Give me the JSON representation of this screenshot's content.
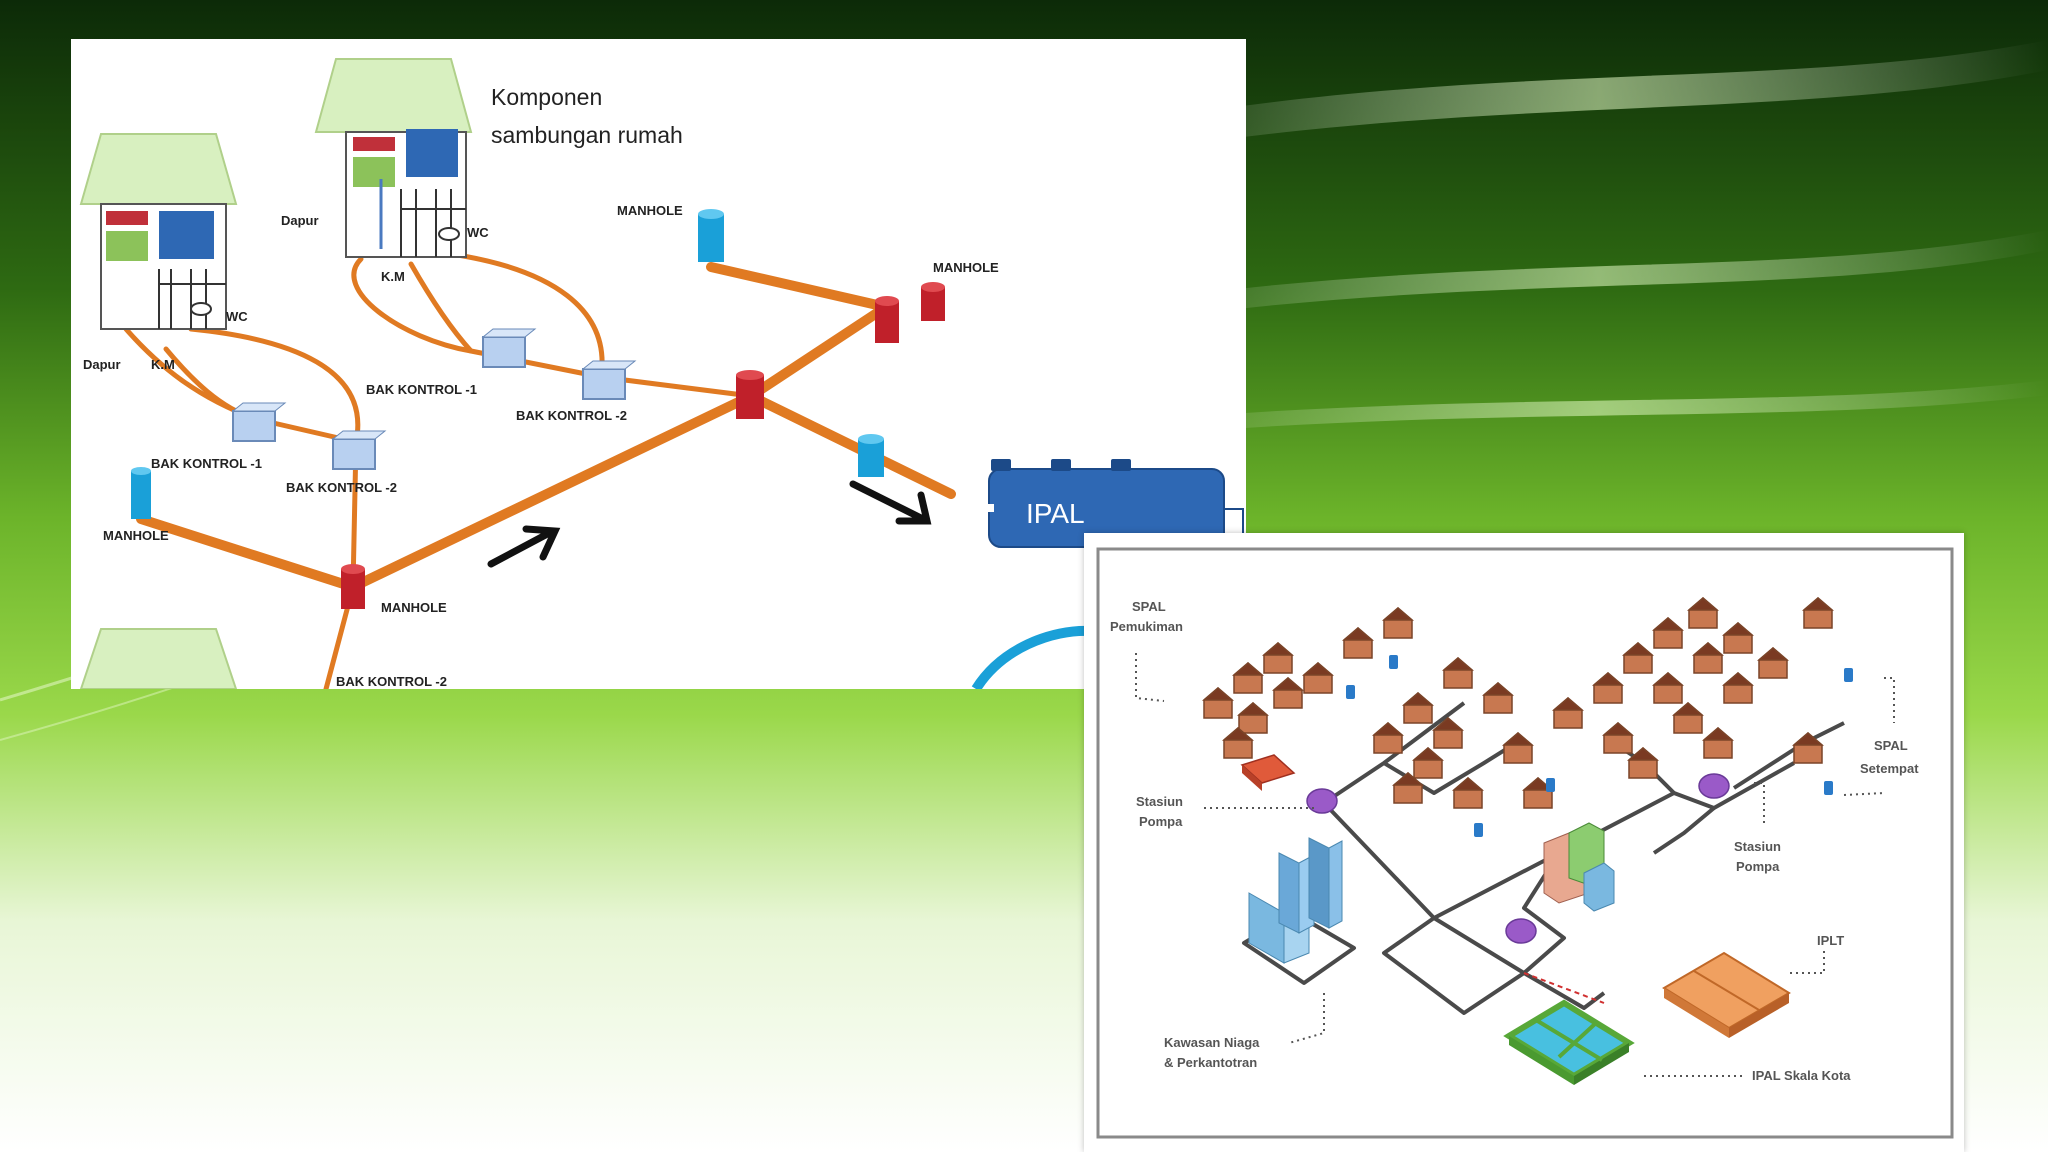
{
  "slide": {
    "accent_dark": "#0f3a0a",
    "accent_light": "#8cd23a",
    "pipe_color": "#e07a22",
    "manhole_red": "#c0202a",
    "manhole_blue": "#1aa0d8",
    "ipal_blue": "#2e68b4"
  },
  "diagram1": {
    "title_line1": "Komponen",
    "title_line2": "sambungan rumah",
    "house_a": {
      "dapur": "Dapur",
      "km": "K.M",
      "wc": "WC"
    },
    "house_b": {
      "dapur": "Dapur",
      "km": "K.M",
      "wc": "WC"
    },
    "bak_kontrol_1": "BAK KONTROL -1",
    "bak_kontrol_2": "BAK KONTROL -2",
    "manhole": "MANHOLE",
    "ipal": "IPAL"
  },
  "diagram2": {
    "spal_pemukiman_1": "SPAL",
    "spal_pemukiman_2": "Pemukiman",
    "stasiun_pompa_1": "Stasiun",
    "stasiun_pompa_2": "Pompa",
    "spal_setempat_1": "SPAL",
    "spal_setempat_2": "Setempat",
    "iplt": "IPLT",
    "kawasan_1": "Kawasan Niaga",
    "kawasan_2": "& Perkantotran",
    "ipal_kota": "IPAL Skala Kota"
  }
}
